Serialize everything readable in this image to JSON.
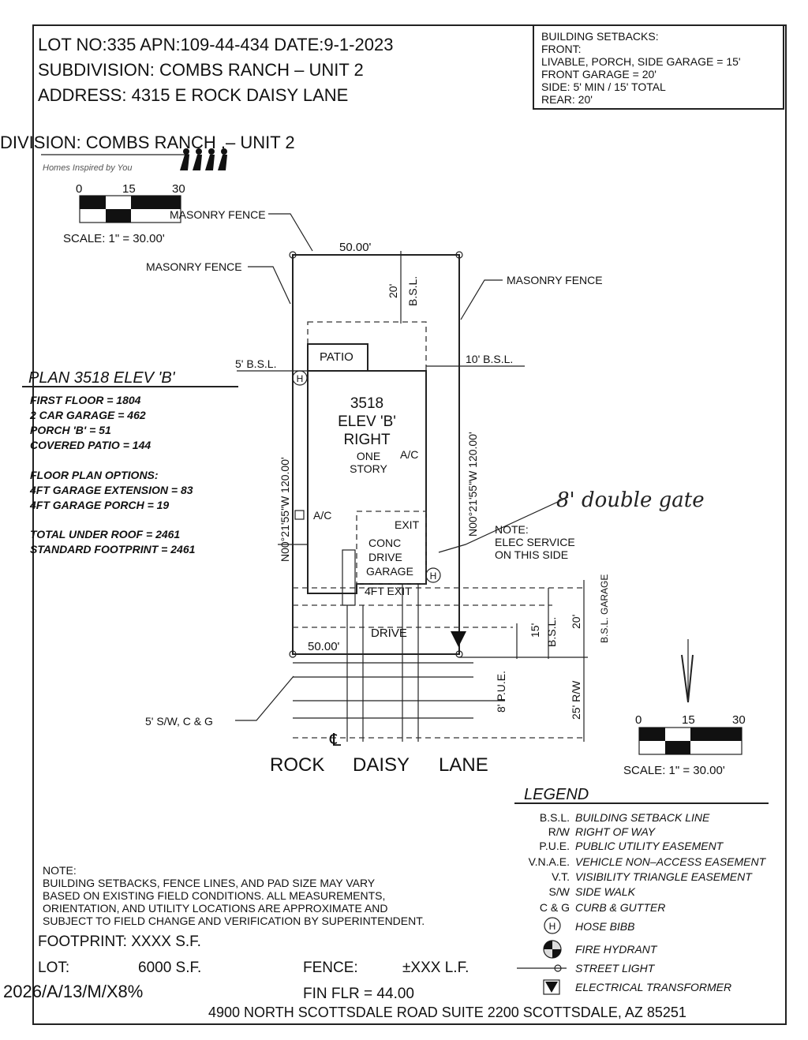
{
  "header": {
    "line1": "LOT NO:335  APN:109-44-434  DATE:9-1-2023",
    "line2": "SUBDIVISION: COMBS RANCH – UNIT 2",
    "line3": "ADDRESS: 4315 E ROCK DAISY LANE"
  },
  "setbacks": {
    "title": "BUILDING SETBACKS:",
    "lines": [
      "FRONT:",
      "LIVABLE, PORCH, SIDE GARAGE = 15'",
      "FRONT GARAGE = 20'",
      "SIDE: 5' MIN / 15' TOTAL",
      "REAR: 20'"
    ]
  },
  "subdivision_overlay": "DIVISION: COMBS RANCH .– UNIT 2",
  "logo": {
    "tagline": "Homes Inspired by You"
  },
  "scale_top": {
    "ticks": [
      "0",
      "15",
      "30"
    ],
    "label": "SCALE: 1\" = 30.00'"
  },
  "scale_bottom": {
    "ticks": [
      "0",
      "15",
      "30"
    ],
    "label": "SCALE: 1\" = 30.00'"
  },
  "plan": {
    "title": "PLAN 3518 ELEV 'B'",
    "areas": [
      "FIRST FLOOR = 1804",
      "2 CAR GARAGE = 462",
      "PORCH 'B' = 51",
      "COVERED PATIO = 144"
    ],
    "options_title": "FLOOR PLAN OPTIONS:",
    "options": [
      "4FT GARAGE EXTENSION = 83",
      "4FT GARAGE PORCH = 19"
    ],
    "totals": [
      "TOTAL UNDER ROOF = 2461",
      "STANDARD FOOTPRINT = 2461"
    ]
  },
  "site": {
    "masonry_fence": "MASONRY FENCE",
    "width_top": "50.00'",
    "width_bottom": "50.00'",
    "rear_bsl": "20'",
    "bsl": "B.S.L.",
    "left_bsl": "5' B.S.L.",
    "right_bsl": "10' B.S.L.",
    "patio": "PATIO",
    "house": [
      "3518",
      "ELEV 'B'",
      "RIGHT"
    ],
    "one_story": [
      "ONE",
      "STORY"
    ],
    "ac": "A/C",
    "exit": "EXIT",
    "garage": [
      "CONC",
      "DRIVE",
      "GARAGE"
    ],
    "ext_exit": "4FT EXIT",
    "drive": "DRIVE",
    "bearing": "N00°21'55\"W  120.00'",
    "note": [
      "NOTE:",
      "ELEC SERVICE",
      "ON THIS SIDE"
    ],
    "handwritten": "8' double gate",
    "bsl_15": "15'",
    "bsl_20": "20'",
    "bsl_garage": "B.S.L. GARAGE",
    "pue": "8' P.U.E.",
    "rw": "25' R/W",
    "sidewalk": "5' S/W, C & G",
    "centerline": "℄",
    "street": [
      "ROCK",
      "DAISY",
      "LANE"
    ],
    "hose": "H"
  },
  "legend": {
    "title": "LEGEND",
    "items": [
      {
        "abbr": "B.S.L.",
        "text": "BUILDING SETBACK LINE"
      },
      {
        "abbr": "R/W",
        "text": "RIGHT OF WAY"
      },
      {
        "abbr": "P.U.E.",
        "text": "PUBLIC UTILITY EASEMENT"
      },
      {
        "abbr": "V.N.A.E.",
        "text": "VEHICLE NON–ACCESS EASEMENT"
      },
      {
        "abbr": "V.T.",
        "text": "VISIBILITY TRIANGLE EASEMENT"
      },
      {
        "abbr": "S/W",
        "text": "SIDE WALK"
      },
      {
        "abbr": "C & G",
        "text": "CURB & GUTTER"
      },
      {
        "abbr": "H",
        "icon": "hose-bibb-icon",
        "text": "HOSE BIBB"
      },
      {
        "abbr": "",
        "icon": "fire-hydrant-icon",
        "text": "FIRE HYDRANT"
      },
      {
        "abbr": "",
        "icon": "street-light-icon",
        "text": "STREET LIGHT"
      },
      {
        "abbr": "",
        "icon": "electrical-transformer-icon",
        "text": "ELECTRICAL TRANSFORMER"
      }
    ]
  },
  "note": {
    "title": "NOTE:",
    "lines": [
      "BUILDING SETBACKS, FENCE LINES, AND PAD SIZE MAY VARY",
      "BASED ON EXISTING FIELD CONDITIONS.  ALL MEASUREMENTS,",
      "ORIENTATION, AND UTILITY LOCATIONS ARE APPROXIMATE AND",
      "SUBJECT TO FIELD CHANGE AND VERIFICATION BY SUPERINTENDENT."
    ]
  },
  "footer": {
    "footprint": "FOOTPRINT: XXXX S.F.",
    "lot_label": "LOT:",
    "lot_value": "6000 S.F.",
    "fence_label": "FENCE:",
    "fence_value": "±XXX L.F.",
    "garbled": "2026/A/13/M/X8%",
    "fin_flr": "FIN FLR =  44.00",
    "address": "4900 NORTH SCOTTSDALE ROAD SUITE 2200 SCOTTSDALE, AZ  85251"
  }
}
